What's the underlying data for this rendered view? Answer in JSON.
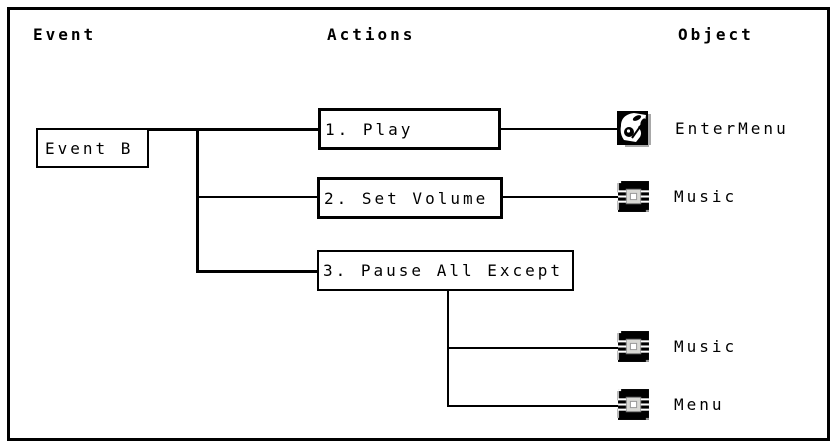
{
  "colors": {
    "foreground": "#000000",
    "background": "#ffffff",
    "icon_shadow": "#a8a8a8",
    "icon_inner_gray": "#d8d8d4"
  },
  "headers": {
    "event": "Event",
    "actions": "Actions",
    "object": "Object"
  },
  "event_column": {
    "box_label": "Event B"
  },
  "actions_column": {
    "items": [
      {
        "label": "1. Play"
      },
      {
        "label": "2. Set Volume"
      },
      {
        "label": "3. Pause All Except"
      }
    ]
  },
  "object_column": {
    "items": [
      {
        "icon": "enter-menu-object-icon",
        "label": "EnterMenu"
      },
      {
        "icon": "music-object-icon",
        "label": "Music"
      },
      {
        "icon": "music-object-icon",
        "label": "Music"
      },
      {
        "icon": "menu-object-icon",
        "label": "Menu"
      }
    ]
  }
}
